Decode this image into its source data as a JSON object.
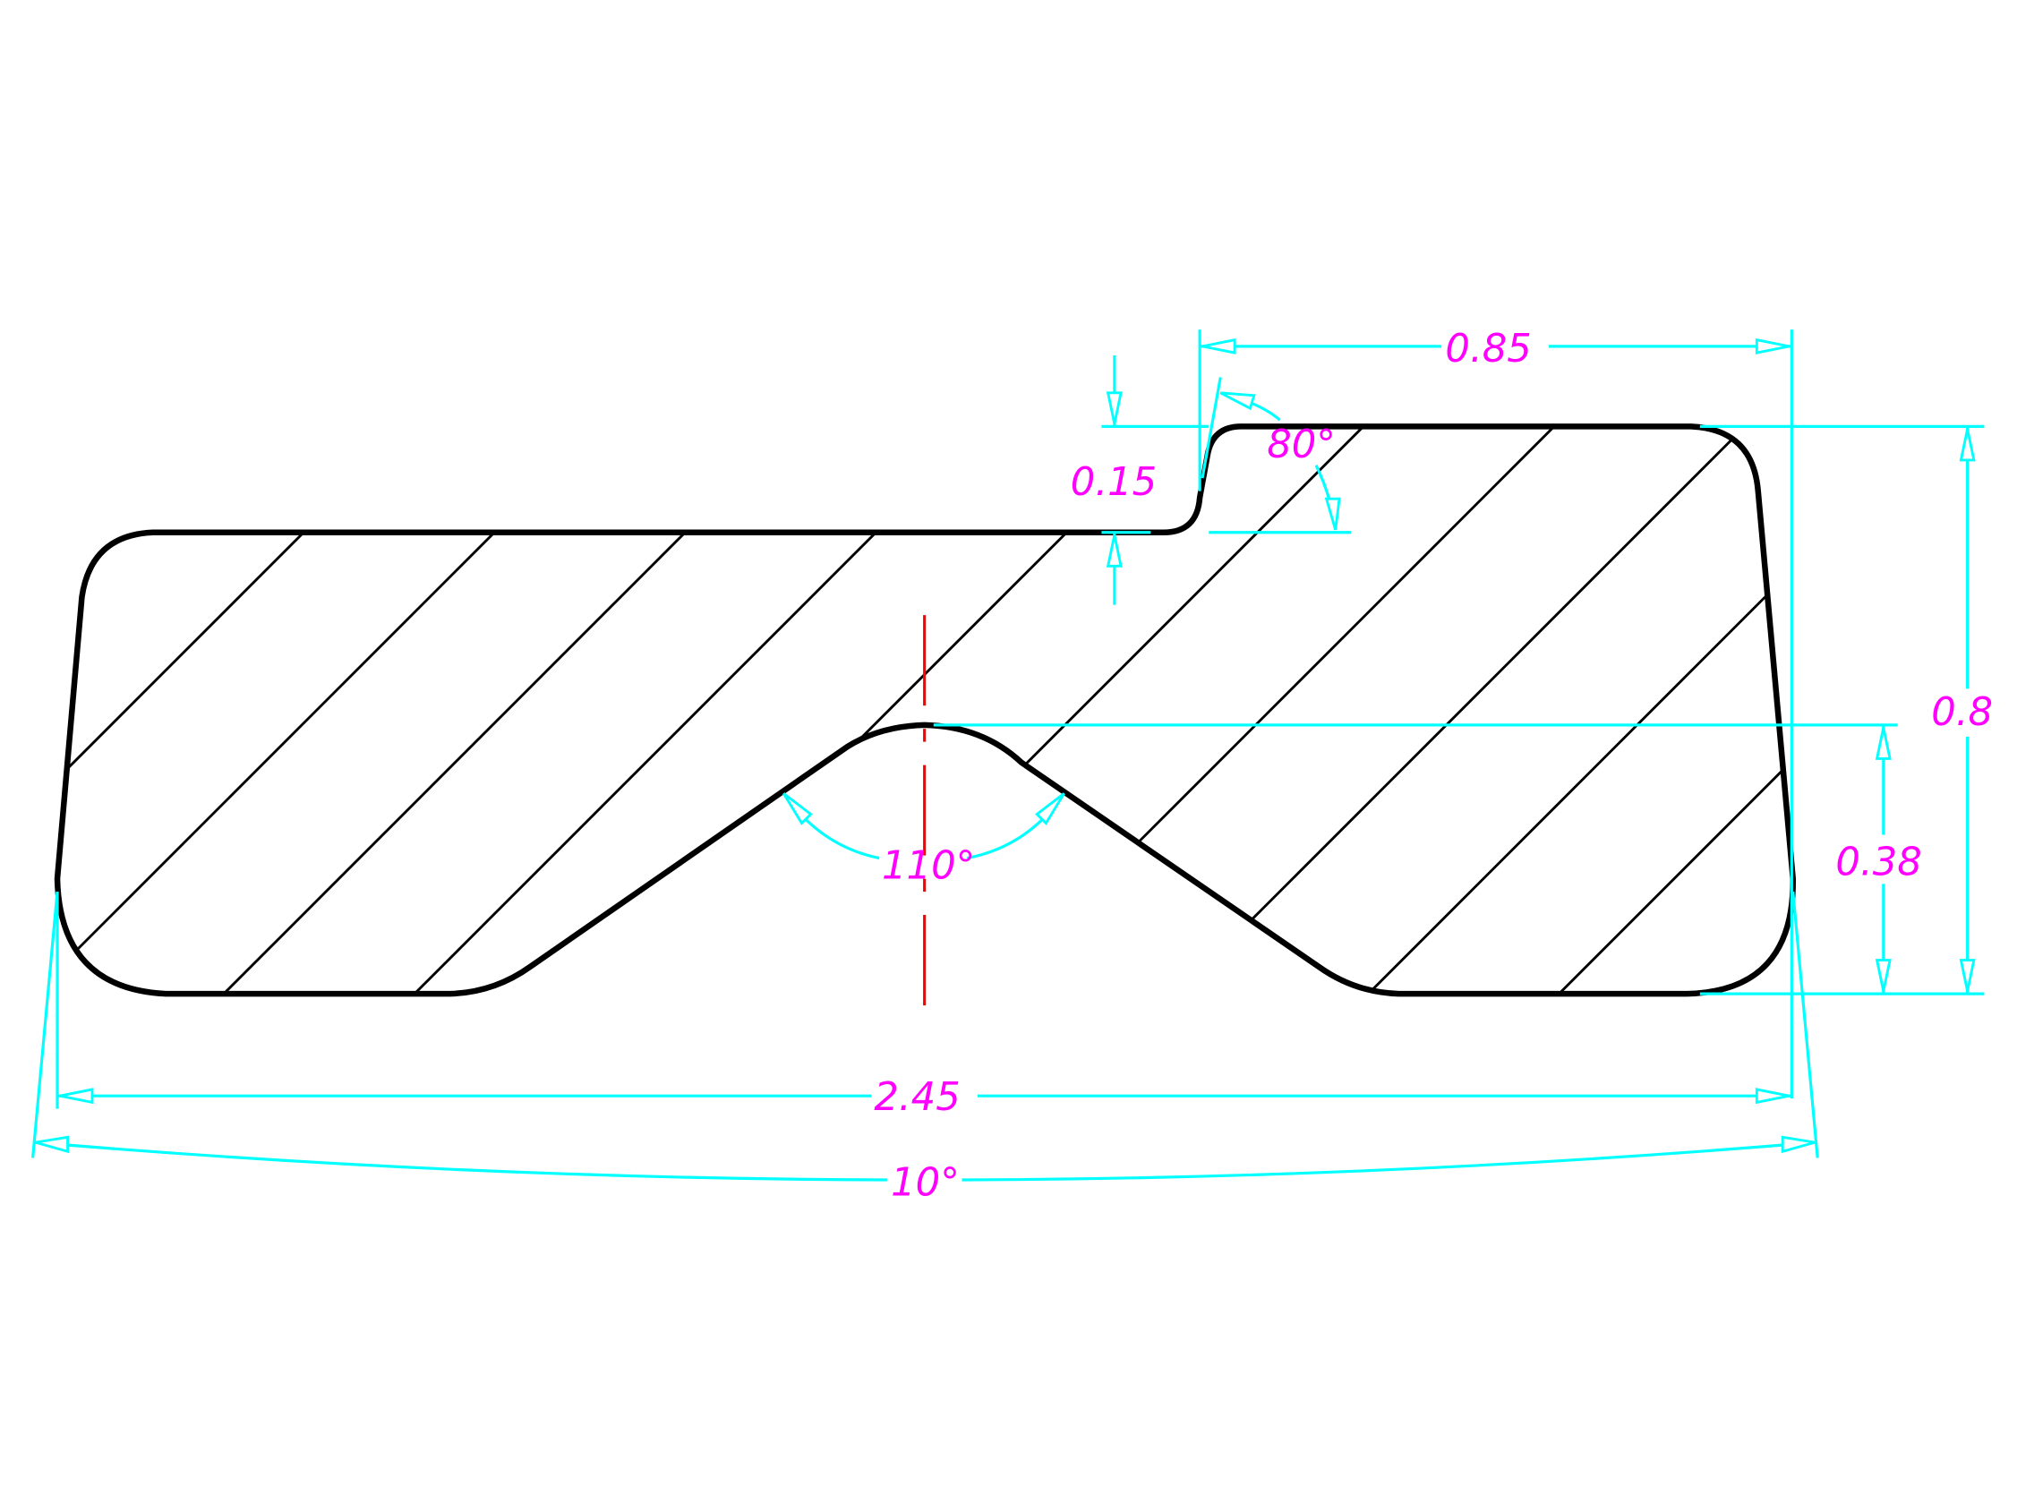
{
  "drawing": {
    "dimensions": {
      "top_width": "0.85",
      "step_height": "0.15",
      "step_angle": "80°",
      "total_height": "0.8",
      "groove_depth": "0.38",
      "groove_angle": "110°",
      "overall_width": "2.45",
      "taper_angle": "10°"
    },
    "colors": {
      "outline": "#000000",
      "dimension": "#00ffff",
      "text": "#ff00ff",
      "centerline": "#ff0000"
    }
  }
}
